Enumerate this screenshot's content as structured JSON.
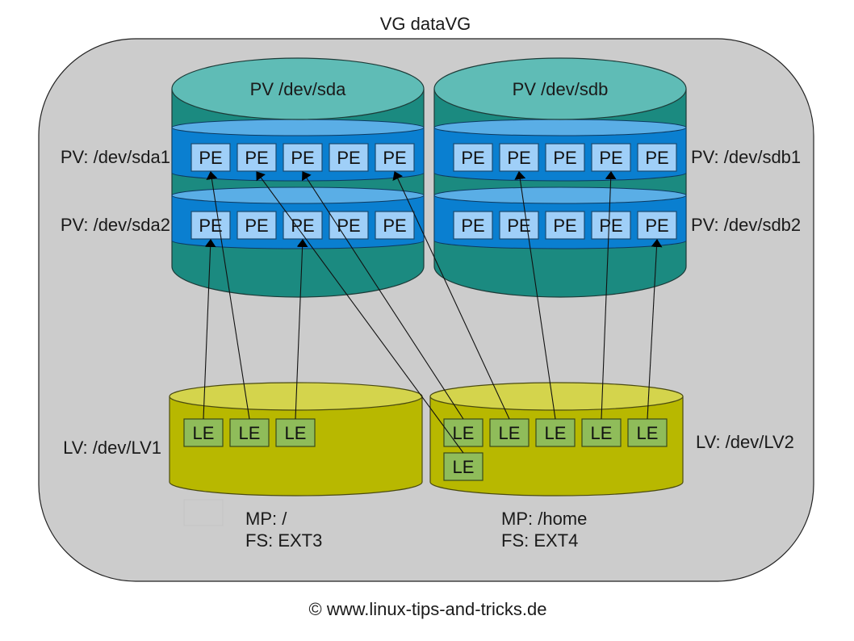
{
  "title": "VG dataVG",
  "footer": "© www.linux-tips-and-tricks.de",
  "colors": {
    "vg_fill": "#cccccc",
    "pv_body": "#1b8a80",
    "pv_top": "#5fbcb6",
    "partition_band": "#0a7fd0",
    "partition_top": "#5aaee6",
    "pe_fill": "#9fcff8",
    "lv_body": "#b8b800",
    "lv_top": "#d4d44c",
    "le_fill": "#8fbc5a"
  },
  "physical_volumes": [
    {
      "label": "PV /dev/sda",
      "partitions": [
        {
          "label": "PV: /dev/sda1",
          "pe_count": 5,
          "pe_label": "PE"
        },
        {
          "label": "PV: /dev/sda2",
          "pe_count": 5,
          "pe_label": "PE"
        }
      ]
    },
    {
      "label": "PV /dev/sdb",
      "partitions": [
        {
          "label": "PV: /dev/sdb1",
          "pe_count": 5,
          "pe_label": "PE"
        },
        {
          "label": "PV: /dev/sdb2",
          "pe_count": 5,
          "pe_label": "PE"
        }
      ]
    }
  ],
  "logical_volumes": [
    {
      "label": "LV: /dev/LV1",
      "le_count": 3,
      "le_label": "LE",
      "mount_point": "MP: /",
      "filesystem": "FS: EXT3"
    },
    {
      "label": "LV: /dev/LV2",
      "le_count": 6,
      "le_label": "LE",
      "mount_point": "MP: /home",
      "filesystem": "FS:  EXT4"
    }
  ],
  "mappings": [
    {
      "lv": 0,
      "le": 0,
      "pv": 0,
      "part": 1,
      "pe": 0
    },
    {
      "lv": 0,
      "le": 1,
      "pv": 0,
      "part": 0,
      "pe": 0
    },
    {
      "lv": 0,
      "le": 2,
      "pv": 0,
      "part": 1,
      "pe": 2
    },
    {
      "lv": 1,
      "le": 0,
      "pv": 0,
      "part": 0,
      "pe": 2
    },
    {
      "lv": 1,
      "le": 5,
      "pv": 0,
      "part": 0,
      "pe": 1
    },
    {
      "lv": 1,
      "le": 1,
      "pv": 0,
      "part": 0,
      "pe": 4
    },
    {
      "lv": 1,
      "le": 2,
      "pv": 1,
      "part": 0,
      "pe": 1
    },
    {
      "lv": 1,
      "le": 3,
      "pv": 1,
      "part": 0,
      "pe": 3
    },
    {
      "lv": 1,
      "le": 4,
      "pv": 1,
      "part": 1,
      "pe": 4
    }
  ]
}
